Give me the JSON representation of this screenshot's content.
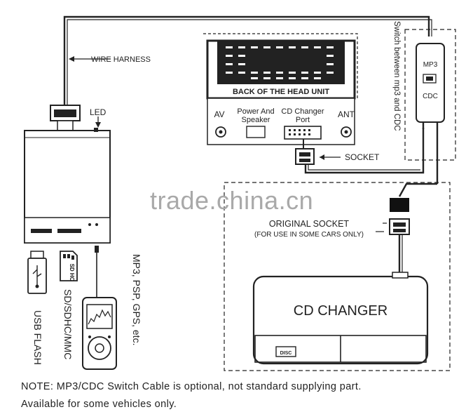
{
  "labels": {
    "wire_harness": "WIRE HARNESS",
    "led": "LED",
    "back_of_head_unit": "BACK OF THE HEAD UNIT",
    "av": "AV",
    "power_speaker_line1": "Power And",
    "power_speaker_line2": "Speaker",
    "cd_changer_port_line1": "CD Changer",
    "cd_changer_port_line2": "Port",
    "ant": "ANT",
    "socket": "SOCKET",
    "switch_note": "Switch between mp3 and CDC",
    "switch_mp3": "MP3",
    "switch_cdc": "CDC",
    "original_socket": "ORIGINAL SOCKET",
    "original_socket_note": "(FOR USE IN SOME CARS ONLY)",
    "cd_changer": "CD CHANGER",
    "disc_logo": "DISC",
    "usb_flash": "USB FLASH",
    "sd_cards": "SD/SDHC/MMC",
    "players": "MP3, PSP, GPS, etc.",
    "sd_chip": "SD HC"
  },
  "note": {
    "line1": "NOTE: MP3/CDC Switch Cable is optional, not standard supplying part.",
    "line2": "Available for some vehicles only."
  },
  "watermark": "trade.china.cn"
}
